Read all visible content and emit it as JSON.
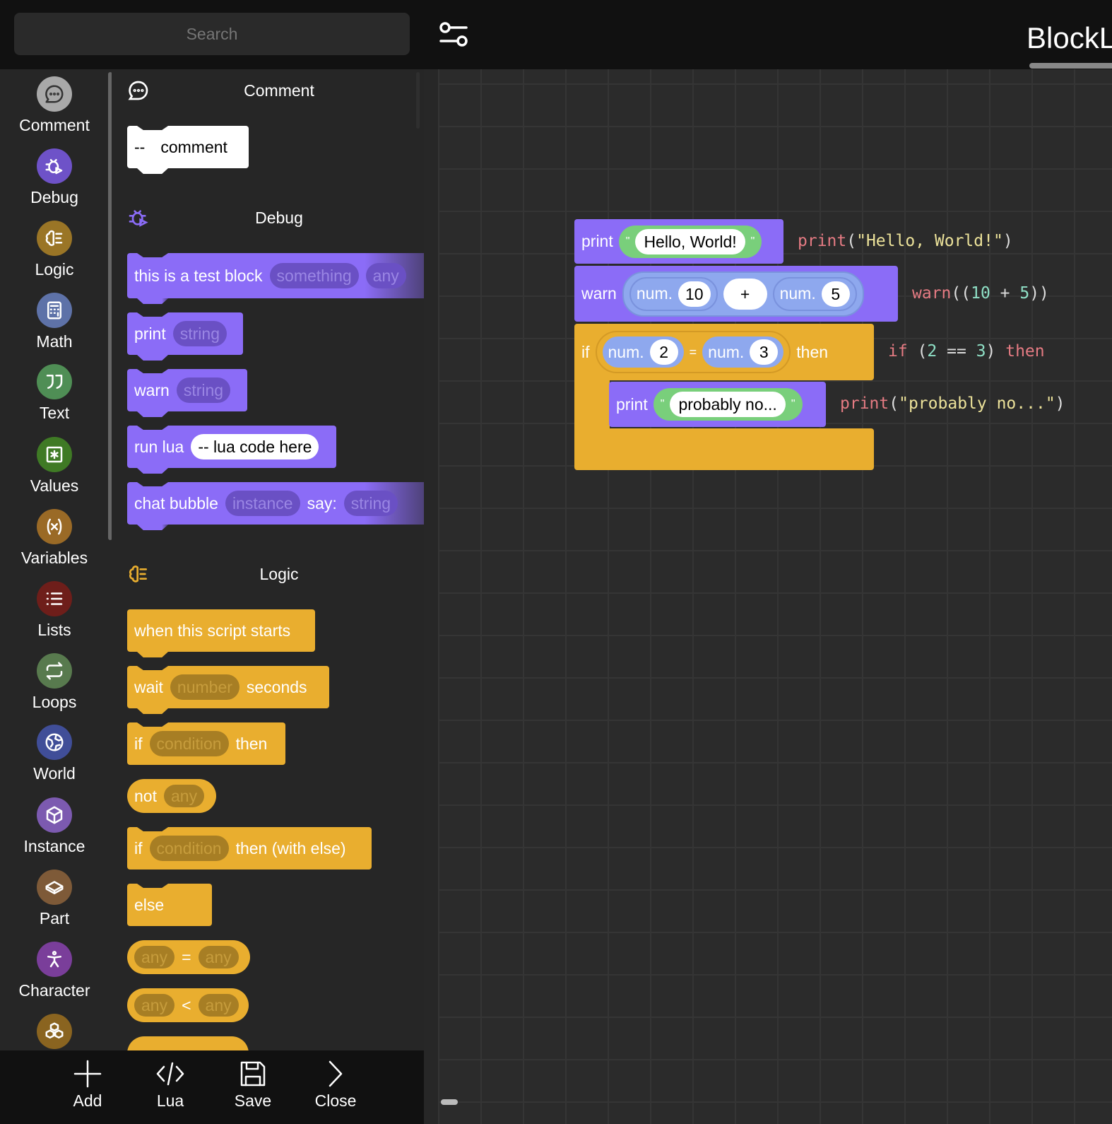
{
  "search": {
    "placeholder": "Search"
  },
  "title": "BlockL",
  "categories": [
    {
      "label": "Comment",
      "color": "#a9a9a9",
      "icon": "chat-icon"
    },
    {
      "label": "Debug",
      "color": "#6e52c8",
      "icon": "bug-icon"
    },
    {
      "label": "Logic",
      "color": "#9a7526",
      "icon": "brain-icon"
    },
    {
      "label": "Math",
      "color": "#5e72a8",
      "icon": "calculator-icon"
    },
    {
      "label": "Text",
      "color": "#4f8e55",
      "icon": "quote-icon"
    },
    {
      "label": "Values",
      "color": "#3f7a25",
      "icon": "asterisk-box-icon"
    },
    {
      "label": "Variables",
      "color": "#9a6a26",
      "icon": "variable-icon"
    },
    {
      "label": "Lists",
      "color": "#6e1e1a",
      "icon": "list-icon"
    },
    {
      "label": "Loops",
      "color": "#587a4e",
      "icon": "repeat-icon"
    },
    {
      "label": "World",
      "color": "#404e98",
      "icon": "globe-icon"
    },
    {
      "label": "Instance",
      "color": "#7c5ab0",
      "icon": "cube-icon"
    },
    {
      "label": "Part",
      "color": "#7e5a38",
      "icon": "brick-icon"
    },
    {
      "label": "Character",
      "color": "#7a3e9a",
      "icon": "person-icon"
    },
    {
      "label": "",
      "color": "#8a6420",
      "icon": "blocks-icon"
    }
  ],
  "flyout": {
    "comment": {
      "title": "Comment",
      "block": {
        "prefix": "--",
        "text": "comment"
      }
    },
    "debug": {
      "title": "Debug",
      "test": {
        "label": "this is a test block",
        "slot1": "something",
        "slot2": "any"
      },
      "print": {
        "label": "print",
        "slot": "string"
      },
      "warn": {
        "label": "warn",
        "slot": "string"
      },
      "runlua": {
        "label": "run lua",
        "value": "-- lua code here"
      },
      "chat": {
        "label": "chat bubble",
        "slot1": "instance",
        "say": "say:",
        "slot2": "string"
      }
    },
    "logic": {
      "title": "Logic",
      "start": "when this script starts",
      "wait": {
        "label": "wait",
        "slot": "number",
        "suffix": "seconds"
      },
      "ifthen": {
        "if": "if",
        "slot": "condition",
        "then": "then"
      },
      "not": {
        "label": "not",
        "slot": "any"
      },
      "ifelse": {
        "if": "if",
        "slot": "condition",
        "then": "then (with else)"
      },
      "else": "else",
      "eq": {
        "a": "any",
        "op": "=",
        "b": "any"
      },
      "lt": {
        "a": "any",
        "op": "<",
        "b": "any"
      }
    }
  },
  "bottom": {
    "add": "Add",
    "lua": "Lua",
    "save": "Save",
    "close": "Close"
  },
  "script": {
    "print1": {
      "label": "print",
      "q": "\"",
      "value": "Hello, World!"
    },
    "warn": {
      "label": "warn",
      "num": "num.",
      "a": "10",
      "op": "+",
      "b": "5"
    },
    "if": {
      "label": "if",
      "num": "num.",
      "a": "2",
      "op": "=",
      "b": "3",
      "then": "then"
    },
    "print2": {
      "label": "print",
      "q": "\"",
      "value": "probably no..."
    }
  },
  "code": {
    "l1": {
      "fn": "print",
      "open": "(",
      "str": "\"Hello, World!\"",
      "close": ")"
    },
    "l2": {
      "fn": "warn",
      "open": "((",
      "a": "10",
      "op": " + ",
      "b": "5",
      "close": "))"
    },
    "l3": {
      "kw": "if",
      "open": " (",
      "a": "2",
      "op": " == ",
      "b": "3",
      "close": ") ",
      "then": "then"
    },
    "l4": {
      "fn": "print",
      "open": "(",
      "str": "\"probably no...\"",
      "close": ")"
    }
  }
}
